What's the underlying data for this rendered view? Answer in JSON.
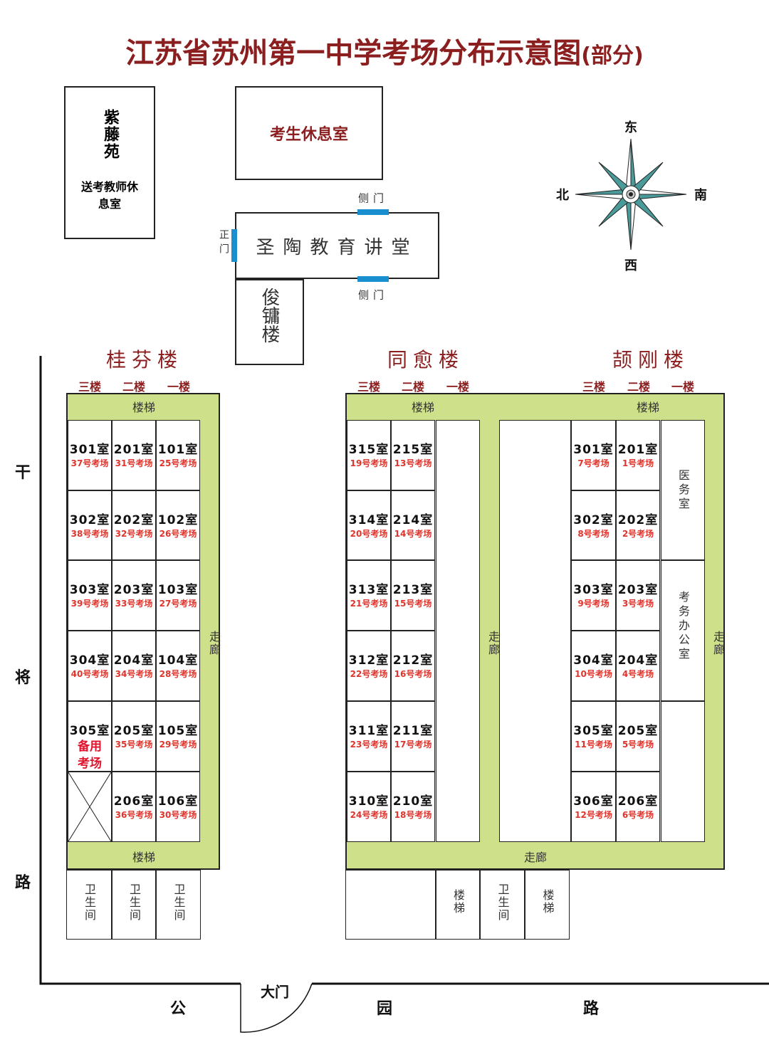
{
  "title": "江苏省苏州第一中学考场分布示意图",
  "title_suffix": "(部分)",
  "zitengyuan": {
    "name": "紫藤苑",
    "sub": "送考教师休息室"
  },
  "rest_room": "考生休息室",
  "hall": {
    "name": "圣陶教育讲堂",
    "main_door": "正门",
    "side_door": "侧门"
  },
  "junyong": "俊镛楼",
  "compass": {
    "top": "东",
    "left": "北",
    "right": "南",
    "bottom": "西"
  },
  "floors": [
    "三楼",
    "二楼",
    "一楼"
  ],
  "stairs": "楼梯",
  "corridor": "走廊",
  "toilet": "卫生间",
  "medical": "医务室",
  "exam_office": "考务办公室",
  "roads": {
    "left": [
      "干",
      "将",
      "路"
    ],
    "bottom": [
      "公",
      "园",
      "路"
    ],
    "gate": "大门"
  },
  "buildings": [
    {
      "name": "桂芬楼",
      "columns": [
        [
          {
            "room": "301室",
            "exam": "37号考场"
          },
          {
            "room": "302室",
            "exam": "38号考场"
          },
          {
            "room": "303室",
            "exam": "39号考场"
          },
          {
            "room": "304室",
            "exam": "40号考场"
          },
          {
            "room": "305室",
            "exam": "备用考场",
            "reserve": true
          },
          {
            "crossed": true
          }
        ],
        [
          {
            "room": "201室",
            "exam": "31号考场"
          },
          {
            "room": "202室",
            "exam": "32号考场"
          },
          {
            "room": "203室",
            "exam": "33号考场"
          },
          {
            "room": "204室",
            "exam": "34号考场"
          },
          {
            "room": "205室",
            "exam": "35号考场"
          },
          {
            "room": "206室",
            "exam": "36号考场"
          }
        ],
        [
          {
            "room": "101室",
            "exam": "25号考场"
          },
          {
            "room": "102室",
            "exam": "26号考场"
          },
          {
            "room": "103室",
            "exam": "27号考场"
          },
          {
            "room": "104室",
            "exam": "28号考场"
          },
          {
            "room": "105室",
            "exam": "29号考场"
          },
          {
            "room": "106室",
            "exam": "30号考场"
          }
        ]
      ]
    },
    {
      "name": "同愈楼",
      "columns": [
        [
          {
            "room": "315室",
            "exam": "19号考场"
          },
          {
            "room": "314室",
            "exam": "20号考场"
          },
          {
            "room": "313室",
            "exam": "21号考场"
          },
          {
            "room": "312室",
            "exam": "22号考场"
          },
          {
            "room": "311室",
            "exam": "23号考场"
          },
          {
            "room": "310室",
            "exam": "24号考场"
          }
        ],
        [
          {
            "room": "215室",
            "exam": "13号考场"
          },
          {
            "room": "214室",
            "exam": "14号考场"
          },
          {
            "room": "213室",
            "exam": "15号考场"
          },
          {
            "room": "212室",
            "exam": "16号考场"
          },
          {
            "room": "211室",
            "exam": "17号考场"
          },
          {
            "room": "210室",
            "exam": "18号考场"
          }
        ]
      ]
    },
    {
      "name": "颉刚楼",
      "columns": [
        [
          {
            "room": "301室",
            "exam": "7号考场"
          },
          {
            "room": "302室",
            "exam": "8号考场"
          },
          {
            "room": "303室",
            "exam": "9号考场"
          },
          {
            "room": "304室",
            "exam": "10号考场"
          },
          {
            "room": "305室",
            "exam": "11号考场"
          },
          {
            "room": "306室",
            "exam": "12号考场"
          }
        ],
        [
          {
            "room": "201室",
            "exam": "1号考场"
          },
          {
            "room": "202室",
            "exam": "2号考场"
          },
          {
            "room": "203室",
            "exam": "3号考场"
          },
          {
            "room": "204室",
            "exam": "4号考场"
          },
          {
            "room": "205室",
            "exam": "5号考场"
          },
          {
            "room": "206室",
            "exam": "6号考场"
          }
        ]
      ]
    }
  ]
}
